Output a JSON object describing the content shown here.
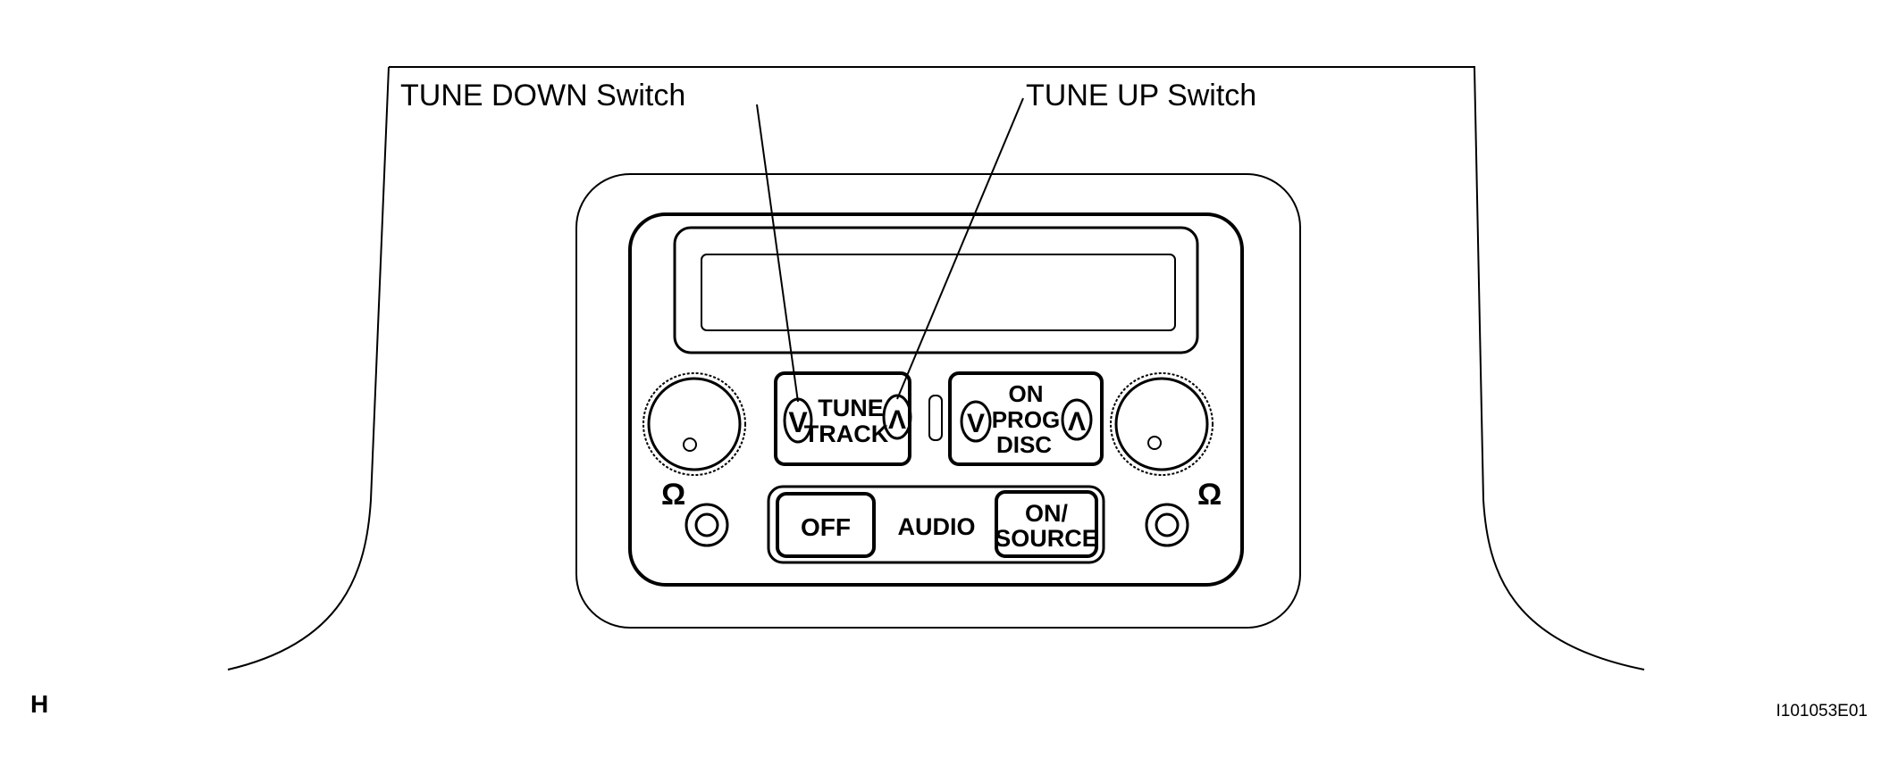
{
  "callouts": {
    "tune_down": "TUNE DOWN Switch",
    "tune_up": "TUNE UP Switch"
  },
  "panel": {
    "tune_line1": "TUNE",
    "tune_line2": "TRACK",
    "prog_line1": "ON",
    "prog_line2": "PROG",
    "prog_line3": "DISC",
    "off": "OFF",
    "audio": "AUDIO",
    "source_line1": "ON/",
    "source_line2": "SOURCE",
    "arrow_down": "V",
    "arrow_up": "Λ",
    "headphone_symbol": "Ω"
  },
  "corner_left": "H",
  "figure_id": "I101053E01"
}
